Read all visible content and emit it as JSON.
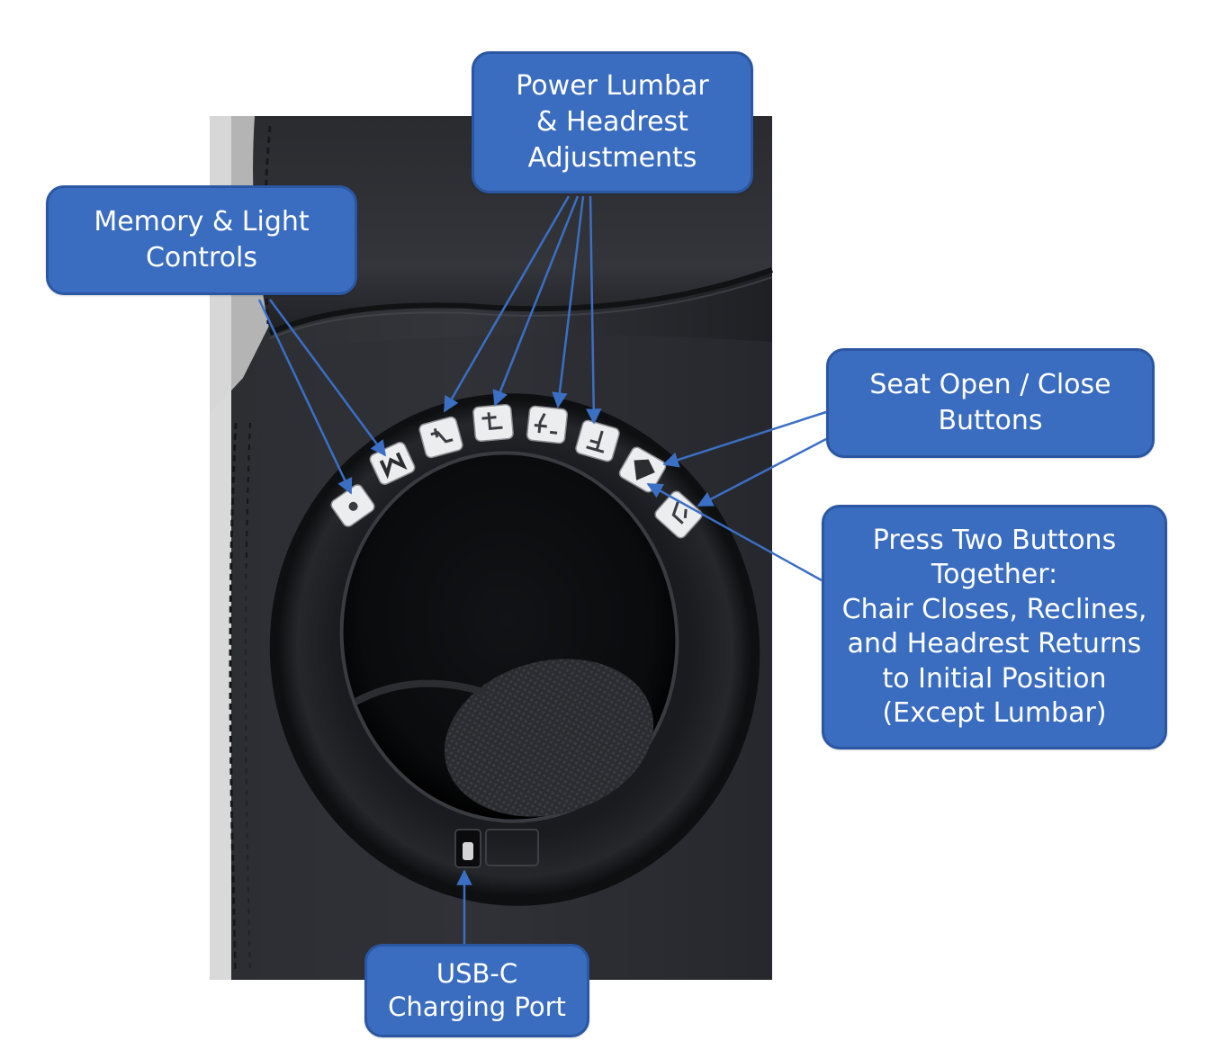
{
  "callouts": {
    "memory_light": {
      "lines": [
        "Memory & Light",
        "Controls"
      ]
    },
    "lumbar_headrest": {
      "lines": [
        "Power Lumbar",
        "& Headrest",
        "Adjustments"
      ]
    },
    "seat_open_close": {
      "lines": [
        "Seat Open / Close",
        "Buttons"
      ]
    },
    "press_two": {
      "lines": [
        "Press Two Buttons",
        "Together:",
        "Chair Closes, Reclines,",
        "and Headrest Returns",
        "to Initial Position",
        "(Except Lumbar)"
      ]
    },
    "usb_c": {
      "lines": [
        "USB-C",
        "Charging Port"
      ]
    }
  },
  "control_buttons": [
    {
      "icon": "light-icon"
    },
    {
      "icon": "memory-icon",
      "label": "M"
    },
    {
      "icon": "lumbar-in-icon"
    },
    {
      "icon": "lumbar-out-icon"
    },
    {
      "icon": "headrest-up-icon"
    },
    {
      "icon": "headrest-down-icon"
    },
    {
      "icon": "seat-open-icon"
    },
    {
      "icon": "seat-close-icon"
    }
  ],
  "colors": {
    "callout_fill": "#3a6cc0",
    "callout_border": "#2b57a2",
    "callout_text": "#ffffff",
    "arrow": "#3b6fc4",
    "leather": "#2a2b2f",
    "button_face": "#ecedef"
  }
}
